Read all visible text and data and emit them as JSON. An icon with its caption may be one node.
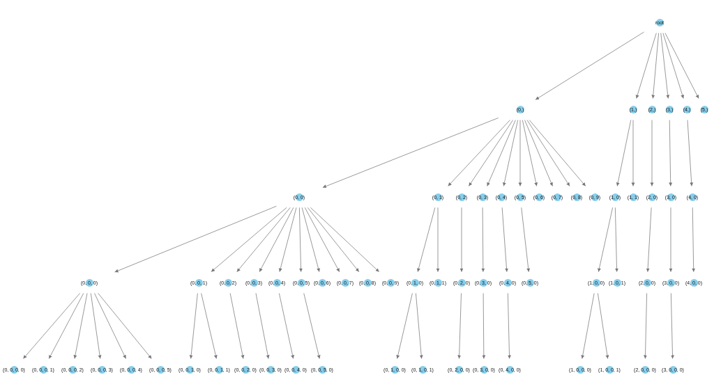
{
  "diagram": {
    "nodes": [
      {
        "text": [
          "root"
        ]
      },
      {
        "text": [
          "(0,)"
        ]
      },
      {
        "text": [
          "(1,)"
        ]
      },
      {
        "text": [
          "(2,)"
        ]
      },
      {
        "text": [
          "(3,)"
        ]
      },
      {
        "text": [
          "(4,)"
        ]
      },
      {
        "text": [
          "(5,)"
        ]
      },
      {
        "text": [
          "(0, 0)"
        ]
      },
      {
        "text": [
          "(0, 1)"
        ]
      },
      {
        "text": [
          "(0, 2)"
        ]
      },
      {
        "text": [
          "(0, 3)"
        ]
      },
      {
        "text": [
          "(0, 4)"
        ]
      },
      {
        "text": [
          "(0, 5)"
        ]
      },
      {
        "text": [
          "(0, 6)"
        ]
      },
      {
        "text": [
          "(0, 7)"
        ]
      },
      {
        "text": [
          "(0, 8)"
        ]
      },
      {
        "text": [
          "(0, 9)"
        ]
      },
      {
        "text": [
          "(1, 0)"
        ]
      },
      {
        "text": [
          "(1, 1)"
        ]
      },
      {
        "text": [
          "(2, 0)"
        ]
      },
      {
        "text": [
          "(3, 0)"
        ]
      },
      {
        "text": [
          "(4, 0)"
        ]
      },
      {
        "text": [
          "(0, 0, 0)"
        ]
      },
      {
        "text": [
          "(0, 0, 1)"
        ]
      },
      {
        "text": [
          "(0, 0, 2)"
        ]
      },
      {
        "text": [
          "(0, 0, 3)"
        ]
      },
      {
        "text": [
          "(0, 0, 4)"
        ]
      },
      {
        "text": [
          "(0, 0, 5)"
        ]
      },
      {
        "text": [
          "(0, 0, 6)"
        ]
      },
      {
        "text": [
          "(0, 0, 7)"
        ]
      },
      {
        "text": [
          "(0, 0, 8)"
        ]
      },
      {
        "text": [
          "(0, 0, 9)"
        ]
      },
      {
        "text": [
          "(0, 1, 0)"
        ]
      },
      {
        "text": [
          "(0, 1, 1)"
        ]
      },
      {
        "text": [
          "(0, 2, 0)"
        ]
      },
      {
        "text": [
          "(0, 3, 0)"
        ]
      },
      {
        "text": [
          "(0, 4, 0)"
        ]
      },
      {
        "text": [
          "(0, 5, 0)"
        ]
      },
      {
        "text": [
          "(1, 0, 0)"
        ]
      },
      {
        "text": [
          "(1, 0, 1)"
        ]
      },
      {
        "text": [
          "(2, 0, 0)"
        ]
      },
      {
        "text": [
          "(3, 0, 0)"
        ]
      },
      {
        "text": [
          "(4, 0, 0)"
        ]
      },
      {
        "text": [
          "(0, 0, 0, 0)"
        ]
      },
      {
        "text": [
          "(0, 0, 0, 1)"
        ]
      },
      {
        "text": [
          "(0, 0, 0, 2)"
        ]
      },
      {
        "text": [
          "(0, 0, 0, 3)"
        ]
      },
      {
        "text": [
          "(0, 0, 0, 4)"
        ]
      },
      {
        "text": [
          "(0, 0, 0, 5)"
        ]
      },
      {
        "text": [
          "(0, 0, 1, 0)"
        ]
      },
      {
        "text": [
          "(0, 0, 1, 1)"
        ]
      },
      {
        "text": [
          "(0, 0, 2, 0)"
        ]
      },
      {
        "text": [
          "(0, 0, 3, 0)"
        ]
      },
      {
        "text": [
          "(0, 0, 4, 0)"
        ]
      },
      {
        "text": [
          "(0, 0, 5, 0)"
        ]
      },
      {
        "text": [
          "(0, 1, 0, 0)"
        ]
      },
      {
        "text": [
          "(0, 1, 0, 1)"
        ]
      },
      {
        "text": [
          "(0, 2, 0, 0)"
        ]
      },
      {
        "text": [
          "(0, 3, 0, 0)"
        ]
      },
      {
        "text": [
          "(0, 4, 0, 0)"
        ]
      },
      {
        "text": [
          "(1, 0, 0, 0)"
        ]
      },
      {
        "text": [
          "(1, 0, 0, 1)"
        ]
      },
      {
        "text": [
          "(2, 0, 0, 0)"
        ]
      },
      {
        "text": [
          "(3, 0, 0, 0)"
        ]
      }
    ],
    "edges": [
      {
        "from": 0,
        "to": 1,
        "arrow": "to"
      },
      {
        "from": 0,
        "to": 2,
        "arrow": "to"
      },
      {
        "from": 0,
        "to": 3,
        "arrow": "to"
      },
      {
        "from": 0,
        "to": 4,
        "arrow": "to"
      },
      {
        "from": 0,
        "to": 5,
        "arrow": "to"
      },
      {
        "from": 0,
        "to": 6,
        "arrow": "to"
      },
      {
        "from": 1,
        "to": 7,
        "arrow": "to"
      },
      {
        "from": 1,
        "to": 8,
        "arrow": "to"
      },
      {
        "from": 1,
        "to": 9,
        "arrow": "to"
      },
      {
        "from": 1,
        "to": 10,
        "arrow": "to"
      },
      {
        "from": 1,
        "to": 11,
        "arrow": "to"
      },
      {
        "from": 1,
        "to": 12,
        "arrow": "to"
      },
      {
        "from": 1,
        "to": 13,
        "arrow": "to"
      },
      {
        "from": 1,
        "to": 14,
        "arrow": "to"
      },
      {
        "from": 1,
        "to": 15,
        "arrow": "to"
      },
      {
        "from": 1,
        "to": 16,
        "arrow": "to"
      },
      {
        "from": 2,
        "to": 17,
        "arrow": "to"
      },
      {
        "from": 2,
        "to": 18,
        "arrow": "to"
      },
      {
        "from": 3,
        "to": 19,
        "arrow": "to"
      },
      {
        "from": 4,
        "to": 20,
        "arrow": "to"
      },
      {
        "from": 5,
        "to": 21,
        "arrow": "to"
      },
      {
        "from": 7,
        "to": 22,
        "arrow": "to"
      },
      {
        "from": 7,
        "to": 23,
        "arrow": "to"
      },
      {
        "from": 7,
        "to": 24,
        "arrow": "to"
      },
      {
        "from": 7,
        "to": 25,
        "arrow": "to"
      },
      {
        "from": 7,
        "to": 26,
        "arrow": "to"
      },
      {
        "from": 7,
        "to": 27,
        "arrow": "to"
      },
      {
        "from": 7,
        "to": 28,
        "arrow": "to"
      },
      {
        "from": 7,
        "to": 29,
        "arrow": "to"
      },
      {
        "from": 7,
        "to": 30,
        "arrow": "to"
      },
      {
        "from": 7,
        "to": 31,
        "arrow": "to"
      },
      {
        "from": 8,
        "to": 32,
        "arrow": "to"
      },
      {
        "from": 8,
        "to": 33,
        "arrow": "to"
      },
      {
        "from": 9,
        "to": 34,
        "arrow": "to"
      },
      {
        "from": 10,
        "to": 35,
        "arrow": "to"
      },
      {
        "from": 11,
        "to": 36,
        "arrow": "to"
      },
      {
        "from": 12,
        "to": 37,
        "arrow": "to"
      },
      {
        "from": 17,
        "to": 38,
        "arrow": "to"
      },
      {
        "from": 17,
        "to": 39,
        "arrow": "to"
      },
      {
        "from": 19,
        "to": 40,
        "arrow": "to"
      },
      {
        "from": 20,
        "to": 41,
        "arrow": "to"
      },
      {
        "from": 21,
        "to": 42,
        "arrow": "to"
      },
      {
        "from": 22,
        "to": 43,
        "arrow": "to"
      },
      {
        "from": 22,
        "to": 44,
        "arrow": "to"
      },
      {
        "from": 22,
        "to": 45,
        "arrow": "to"
      },
      {
        "from": 22,
        "to": 46,
        "arrow": "to"
      },
      {
        "from": 22,
        "to": 47,
        "arrow": "to"
      },
      {
        "from": 22,
        "to": 48,
        "arrow": "to"
      },
      {
        "from": 23,
        "to": 49,
        "arrow": "to"
      },
      {
        "from": 23,
        "to": 50,
        "arrow": "to"
      },
      {
        "from": 24,
        "to": 51,
        "arrow": "to"
      },
      {
        "from": 25,
        "to": 52,
        "arrow": "to"
      },
      {
        "from": 26,
        "to": 53,
        "arrow": "to"
      },
      {
        "from": 27,
        "to": 54,
        "arrow": "to"
      },
      {
        "from": 32,
        "to": 55,
        "arrow": "to"
      },
      {
        "from": 32,
        "to": 56,
        "arrow": "to"
      },
      {
        "from": 34,
        "to": 57,
        "arrow": "to"
      },
      {
        "from": 35,
        "to": 58,
        "arrow": "to"
      },
      {
        "from": 36,
        "to": 59,
        "arrow": "to"
      },
      {
        "from": 38,
        "to": 60,
        "arrow": "to"
      },
      {
        "from": 38,
        "to": 61,
        "arrow": "to"
      },
      {
        "from": 40,
        "to": 62,
        "arrow": "to"
      },
      {
        "from": 41,
        "to": 63,
        "arrow": "to"
      }
    ]
  }
}
